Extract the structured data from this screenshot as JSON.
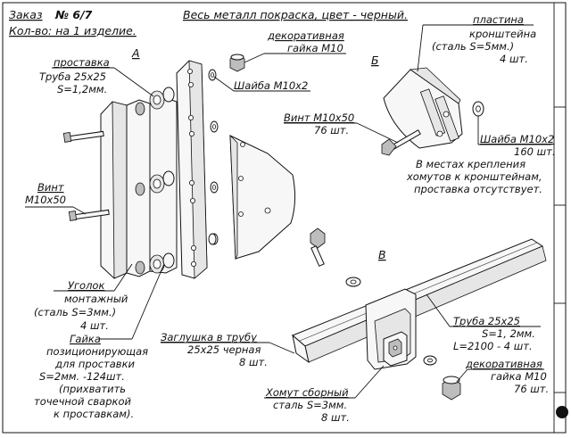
{
  "header": {
    "order_label": "Заказ",
    "order_number": "№ 6/7",
    "quantity": "Кол-во: на 1 изделие.",
    "paint_note": "Весь металл покраска, цвет - черный."
  },
  "views": {
    "a": "А",
    "b": "Б",
    "v": "В"
  },
  "callouts": {
    "spacer": {
      "title": "проставка",
      "line1": "Труба 25х25",
      "line2": "S=1,2мм."
    },
    "screw_left": {
      "title": "Винт",
      "line1": "М10х50"
    },
    "angle": {
      "title": "Уголок",
      "line1": "монтажный",
      "line2": "(сталь S=3мм.)",
      "line3": "4 шт."
    },
    "nut_spacer": {
      "title": "Гайка",
      "line1": "позиционирующая",
      "line2": "для проставки",
      "line3": "S=2мм. -124шт.",
      "line4": "(прихватить",
      "line5": "точечной сваркой",
      "line6": "к проставкам)."
    },
    "deco_nut_top": {
      "line1": "декоративная",
      "line2": "гайка М10"
    },
    "washer_center": {
      "title": "Шайба М10х2"
    },
    "screw_center": {
      "title": "Винт М10х50",
      "line1": "76 шт."
    },
    "plate": {
      "title": "пластина",
      "line1": "кронштейна",
      "line2": "(сталь S=5мм.)",
      "line3": "4 шт."
    },
    "washer_right": {
      "title": "Шайба М10х2",
      "line1": "160 шт."
    },
    "note_right": {
      "line1": "В местах крепления",
      "line2": "хомутов к кронштейнам,",
      "line3": "проставка отсутствует."
    },
    "tube": {
      "title": "Труба 25х25",
      "line1": "S=1, 2мм.",
      "line2": "L=2100 - 4 шт."
    },
    "plug": {
      "title": "Заглушка в трубу",
      "line1": "25х25 черная",
      "line2": "8 шт."
    },
    "clamp": {
      "title": "Хомут сборный",
      "line1": "сталь S=3мм.",
      "line2": "8 шт."
    },
    "deco_nut_bottom": {
      "title": "декоративная",
      "line1": "гайка М10",
      "line2": "76 шт."
    }
  }
}
